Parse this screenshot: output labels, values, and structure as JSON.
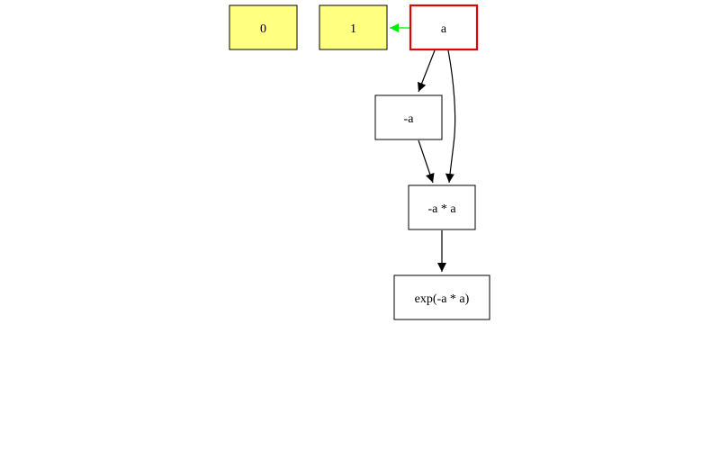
{
  "diagram": {
    "nodes": [
      {
        "id": "n0",
        "label": "0",
        "style": "constant",
        "fill": "#ffff80",
        "stroke": "#000000"
      },
      {
        "id": "n1",
        "label": "1",
        "style": "constant",
        "fill": "#ffff80",
        "stroke": "#000000"
      },
      {
        "id": "na",
        "label": "a",
        "style": "highlighted",
        "fill": "#ffffff",
        "stroke": "#e00000"
      },
      {
        "id": "nneg",
        "label": "-a",
        "style": "plain",
        "fill": "#ffffff",
        "stroke": "#000000"
      },
      {
        "id": "nmul",
        "label": "-a * a",
        "style": "plain",
        "fill": "#ffffff",
        "stroke": "#000000"
      },
      {
        "id": "nexp",
        "label": "exp(-a * a)",
        "style": "plain",
        "fill": "#ffffff",
        "stroke": "#000000"
      }
    ],
    "edges": [
      {
        "from": "na",
        "to": "n1",
        "color": "#00ee00"
      },
      {
        "from": "na",
        "to": "nneg",
        "color": "#000000"
      },
      {
        "from": "na",
        "to": "nmul",
        "color": "#000000"
      },
      {
        "from": "nneg",
        "to": "nmul",
        "color": "#000000"
      },
      {
        "from": "nmul",
        "to": "nexp",
        "color": "#000000"
      }
    ]
  }
}
